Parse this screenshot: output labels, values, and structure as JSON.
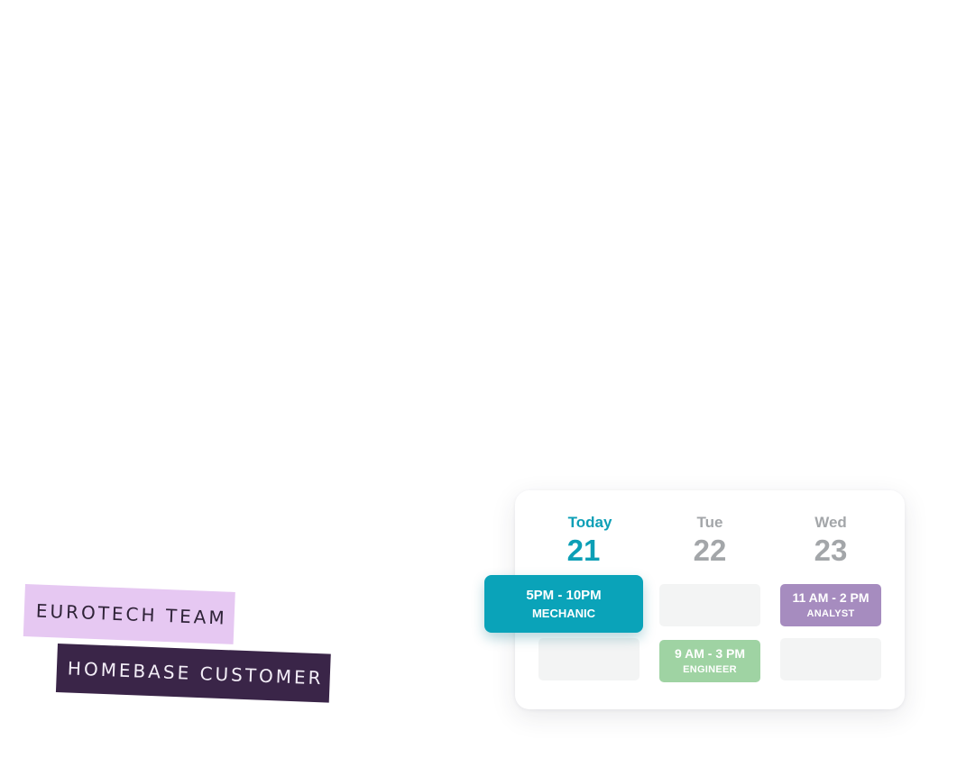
{
  "labels": {
    "team": "EUROTECH TEAM",
    "customer": "HOMEBASE CUSTOMER"
  },
  "schedule": {
    "days": [
      {
        "name": "Today",
        "number": "21"
      },
      {
        "name": "Tue",
        "number": "22"
      },
      {
        "name": "Wed",
        "number": "23"
      }
    ],
    "shifts": {
      "mechanic": {
        "time": "5PM - 10PM",
        "role": "MECHANIC"
      },
      "engineer": {
        "time": "9 AM - 3 PM",
        "role": "ENGINEER"
      },
      "analyst": {
        "time": "11 AM - 2 PM",
        "role": "ANALYST"
      }
    }
  },
  "colors": {
    "accent": "#0aa3b9",
    "today_text": "#0c9fb6",
    "engineer": "#9fd3a3",
    "analyst": "#a68cbf",
    "team_tape": "#e6c8f2",
    "customer_tape": "#3a2548"
  }
}
